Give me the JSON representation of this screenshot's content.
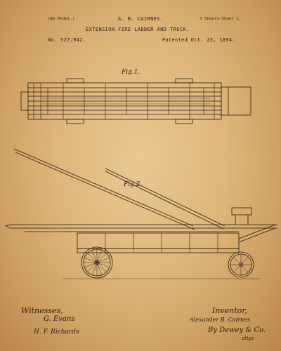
{
  "header": {
    "model_note": "(No Model.)",
    "inventor_name": "A. B. CAIRNES.",
    "sheets": "3 Sheets—Sheet 1.",
    "title": "EXTENSION FIRE LADDER AND TRUCK.",
    "patent_number": "No. 527,942.",
    "patent_date": "Patented Oct. 23, 1894."
  },
  "figures": {
    "fig1_label": "Fig.1.",
    "fig2_label": "Fig.2."
  },
  "footer": {
    "witnesses_label": "Witnesses,",
    "inventor_label": "Inventor,",
    "witness_sig_1": "G. Evans",
    "witness_sig_2": "H. F. Richards",
    "inventor_sig": "Alexander B. Cairnes",
    "attorney_sig": "By Dewey & Co.",
    "attorney_suffix": "attys"
  },
  "colors": {
    "paper": "#dcb57a",
    "ink": "#2a1d10"
  }
}
